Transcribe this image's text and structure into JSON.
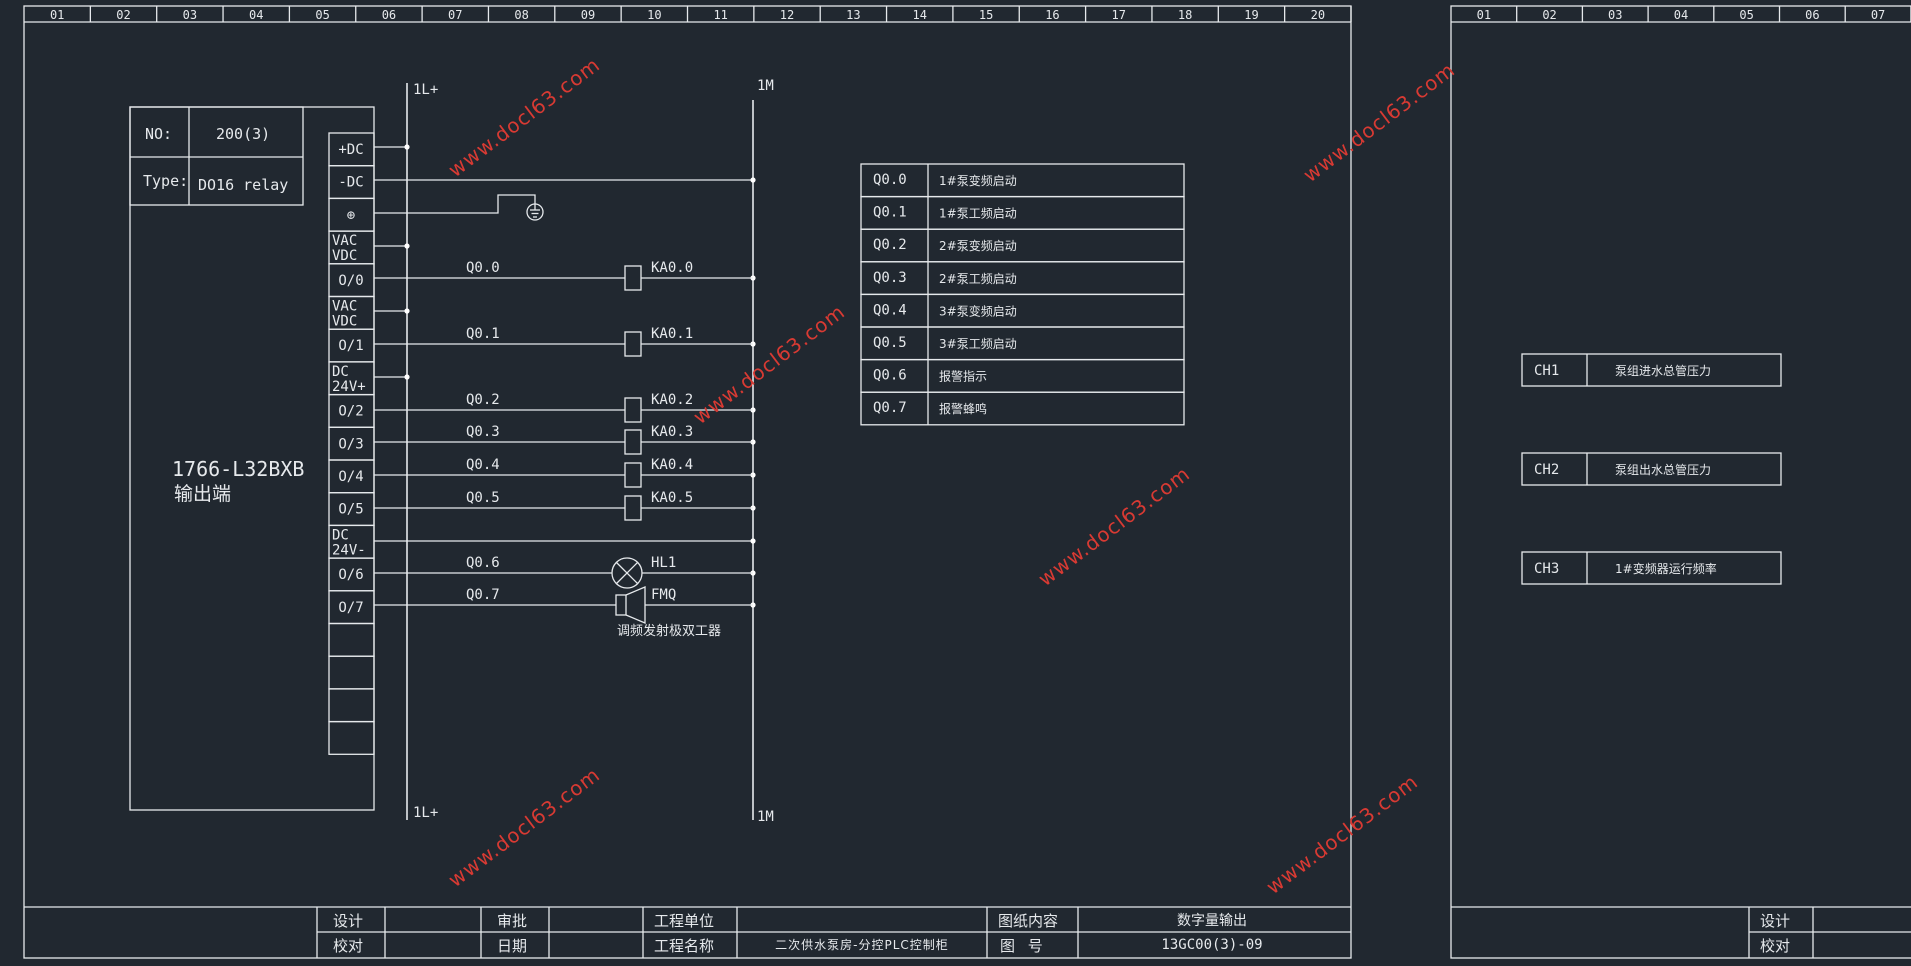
{
  "colors": {
    "background": "#212830",
    "line": "#e6e9ec",
    "watermark": "#d83a33"
  },
  "ruler_main": [
    "01",
    "02",
    "03",
    "04",
    "05",
    "06",
    "07",
    "08",
    "09",
    "10",
    "11",
    "12",
    "13",
    "14",
    "15",
    "16",
    "17",
    "18",
    "19",
    "20"
  ],
  "ruler_right": [
    "01",
    "02",
    "03",
    "04",
    "05",
    "06",
    "07"
  ],
  "module": {
    "no_label": "NO:",
    "no_value": "200(3)",
    "type_label": "Type:",
    "type_value": "DO16 relay",
    "model": "1766-L32BXB",
    "desc": "输出端"
  },
  "terminals": [
    {
      "label": "+DC"
    },
    {
      "label": "-DC"
    },
    {
      "label": "⊕"
    },
    {
      "label": "VAC",
      "label2": "VDC"
    },
    {
      "label": "O/0"
    },
    {
      "label": "VAC",
      "label2": "VDC"
    },
    {
      "label": "O/1"
    },
    {
      "label": "DC",
      "label2": "24V+"
    },
    {
      "label": "O/2"
    },
    {
      "label": "O/3"
    },
    {
      "label": "O/4"
    },
    {
      "label": "O/5"
    },
    {
      "label": "DC",
      "label2": "24V-"
    },
    {
      "label": "O/6"
    },
    {
      "label": "O/7"
    },
    {
      "label": ""
    },
    {
      "label": ""
    },
    {
      "label": ""
    },
    {
      "label": ""
    }
  ],
  "bus": {
    "left_top": "1L+",
    "left_bottom": "1L+",
    "right_top": "1M",
    "right_bottom": "1M"
  },
  "circuits": [
    {
      "addr": "Q0.0",
      "device": "KA0.0"
    },
    {
      "addr": "Q0.1",
      "device": "KA0.1"
    },
    {
      "addr": "Q0.2",
      "device": "KA0.2"
    },
    {
      "addr": "Q0.3",
      "device": "KA0.3"
    },
    {
      "addr": "Q0.4",
      "device": "KA0.4"
    },
    {
      "addr": "Q0.5",
      "device": "KA0.5"
    },
    {
      "addr": "Q0.6",
      "device": "HL1"
    },
    {
      "addr": "Q0.7",
      "device": "FMQ"
    }
  ],
  "buzzer_note": "调频发射极双工器",
  "io_table": [
    {
      "addr": "Q0.0",
      "desc": "1#泵变频启动"
    },
    {
      "addr": "Q0.1",
      "desc": "1#泵工频启动"
    },
    {
      "addr": "Q0.2",
      "desc": "2#泵变频启动"
    },
    {
      "addr": "Q0.3",
      "desc": "2#泵工频启动"
    },
    {
      "addr": "Q0.4",
      "desc": "3#泵变频启动"
    },
    {
      "addr": "Q0.5",
      "desc": "3#泵工频启动"
    },
    {
      "addr": "Q0.6",
      "desc": "报警指示"
    },
    {
      "addr": "Q0.7",
      "desc": "报警蜂鸣"
    }
  ],
  "channels": [
    {
      "id": "CH1",
      "desc": "泵组进水总管压力"
    },
    {
      "id": "CH2",
      "desc": "泵组出水总管压力"
    },
    {
      "id": "CH3",
      "desc": "1#变频器运行频率"
    }
  ],
  "title_block": {
    "design": "设计",
    "check": "校对",
    "approve": "审批",
    "date": "日期",
    "unit_label": "工程单位",
    "project_label": "工程名称",
    "project_value": "二次供水泵房-分控PLC控制柜",
    "content_label": "图纸内容",
    "content_value": "数字量输出",
    "number_label": "图 号",
    "number_value": "13GC00(3)-09"
  },
  "watermark": "www.docl63.com"
}
